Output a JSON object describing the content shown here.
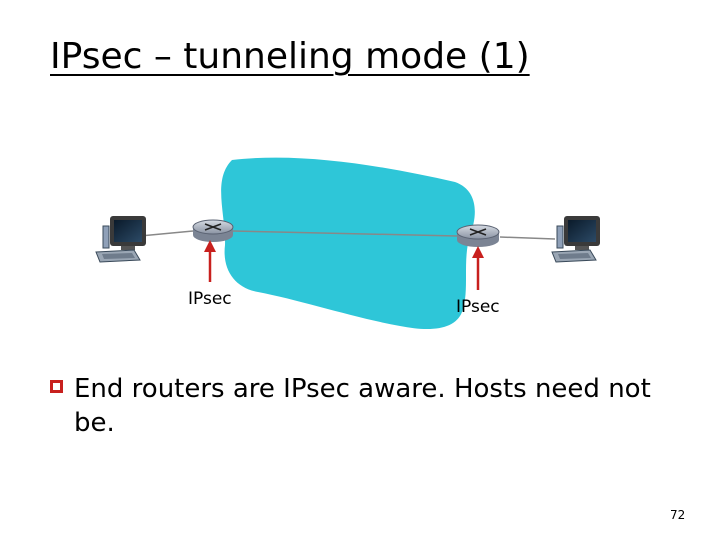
{
  "slide": {
    "title": "IPsec – tunneling mode (1)",
    "page_number": "72"
  },
  "diagram": {
    "labels": {
      "left_router": "IPsec",
      "right_router": "IPsec"
    },
    "colors": {
      "cloud": "#2ec6d8",
      "arrow": "#c8201e",
      "router": "#a9b0bc",
      "line": "#888888"
    },
    "icons": [
      "host-computer-icon",
      "router-icon",
      "network-cloud",
      "router-icon",
      "host-computer-icon"
    ]
  },
  "bullets": [
    {
      "text": "End routers are IPsec aware. Hosts need not be."
    }
  ]
}
